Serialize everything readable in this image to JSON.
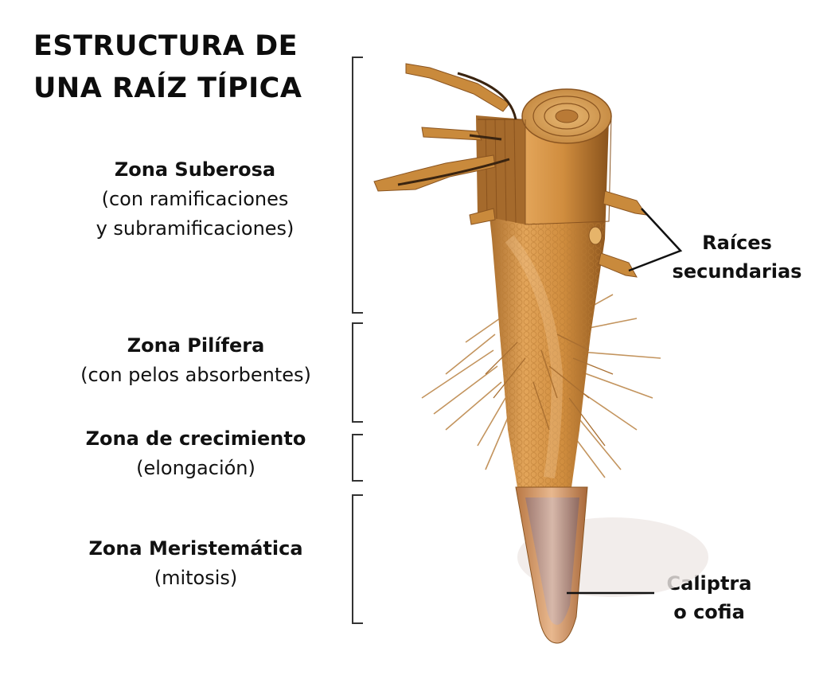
{
  "title": {
    "line1": "ESTRUCTURA DE",
    "line2": "UNA RAÍZ TÍPICA"
  },
  "zones": [
    {
      "name": "Zona Suberosa",
      "sub1": "(con ramificaciones",
      "sub2": "y subramificaciones)"
    },
    {
      "name": "Zona Pilífera",
      "sub1": "(con pelos absorbentes)"
    },
    {
      "name": "Zona de crecimiento",
      "sub1": "(elongación)"
    },
    {
      "name": "Zona Meristemática",
      "sub1": "(mitosis)"
    }
  ],
  "labels": {
    "secondary_roots": {
      "line1": "Raíces",
      "line2": "secundarias"
    },
    "calyptra": {
      "line1": "Caliptra",
      "line2": "o cofia"
    }
  },
  "colors": {
    "root_main": "#c98a3c",
    "root_light": "#e0a860",
    "root_dark": "#8a5420",
    "cap": "#d9a07a",
    "bracket": "#333333"
  }
}
